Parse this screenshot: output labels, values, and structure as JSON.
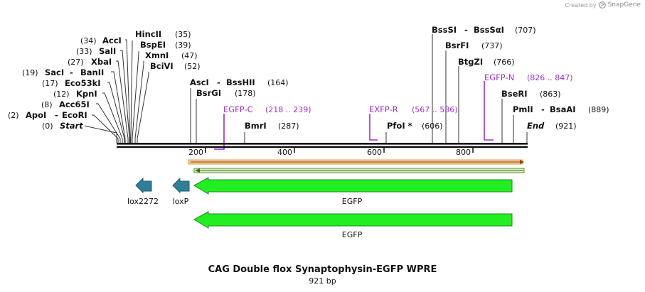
{
  "credit": {
    "prefix": "Created by",
    "brand": "SnapGene"
  },
  "title": "CAG Double flox Synaptophysin-EGFP WPRE",
  "length_label": "921 bp",
  "sequence_length": 921,
  "ruler_ticks": [
    "200",
    "400",
    "600",
    "800"
  ],
  "left_sites": [
    {
      "pos": "(34)",
      "name": "AccI"
    },
    {
      "pos": "(33)",
      "name": "SalI"
    },
    {
      "pos": "(27)",
      "name": "XbaI"
    },
    {
      "pos": "(19)",
      "name": "SacI",
      "alt": "BanII"
    },
    {
      "pos": "(17)",
      "name": "Eco53kI"
    },
    {
      "pos": "(12)",
      "name": "KpnI"
    },
    {
      "pos": "(8)",
      "name": "Acc65I"
    },
    {
      "pos": "(2)",
      "name": "ApoI",
      "alt": "EcoRI"
    },
    {
      "pos": "(0)",
      "name": "Start"
    }
  ],
  "upper_sites": [
    {
      "pos": "(35)",
      "name": "HincII"
    },
    {
      "pos": "(39)",
      "name": "BspEI"
    },
    {
      "pos": "(47)",
      "name": "XmnI"
    },
    {
      "pos": "(52)",
      "name": "BciVI"
    }
  ],
  "mid_sites": [
    {
      "name": "AscI",
      "alt": "BssHII",
      "pos": "(164)"
    },
    {
      "name": "BsrGI",
      "pos": "(178)"
    },
    {
      "name": "BmrI",
      "pos": "(287)"
    },
    {
      "name": "PfoI *",
      "pos": "(606)"
    }
  ],
  "right_sites": [
    {
      "name": "BssSI",
      "alt": "BssSαI",
      "pos": "(707)"
    },
    {
      "name": "BsrFI",
      "pos": "(737)"
    },
    {
      "name": "BtgZI",
      "pos": "(766)"
    },
    {
      "name": "BseRI",
      "pos": "(863)"
    },
    {
      "name": "PmlI",
      "alt": "BsaAI",
      "pos": "(889)"
    },
    {
      "name": "End",
      "pos": "(921)"
    }
  ],
  "primers": [
    {
      "name": "EGFP-C",
      "range": "(218 .. 239)"
    },
    {
      "name": "EXFP-R",
      "range": "(567 .. 586)"
    },
    {
      "name": "EGFP-N",
      "range": "(826 .. 847)"
    }
  ],
  "features": [
    {
      "name": "lox2272",
      "color": "#2f7f99"
    },
    {
      "name": "loxP",
      "color": "#2f7f99"
    },
    {
      "name": "EGFP",
      "color": "#22ee22"
    },
    {
      "name": "EGFP",
      "color": "#22ee22"
    }
  ],
  "colors": {
    "primer": "#9b30c8",
    "orf_fill": "#f6c89a",
    "orf_border": "#e3a24e",
    "orf2_fill": "#d9f2c2",
    "orf2_border": "#5c8f2c"
  }
}
